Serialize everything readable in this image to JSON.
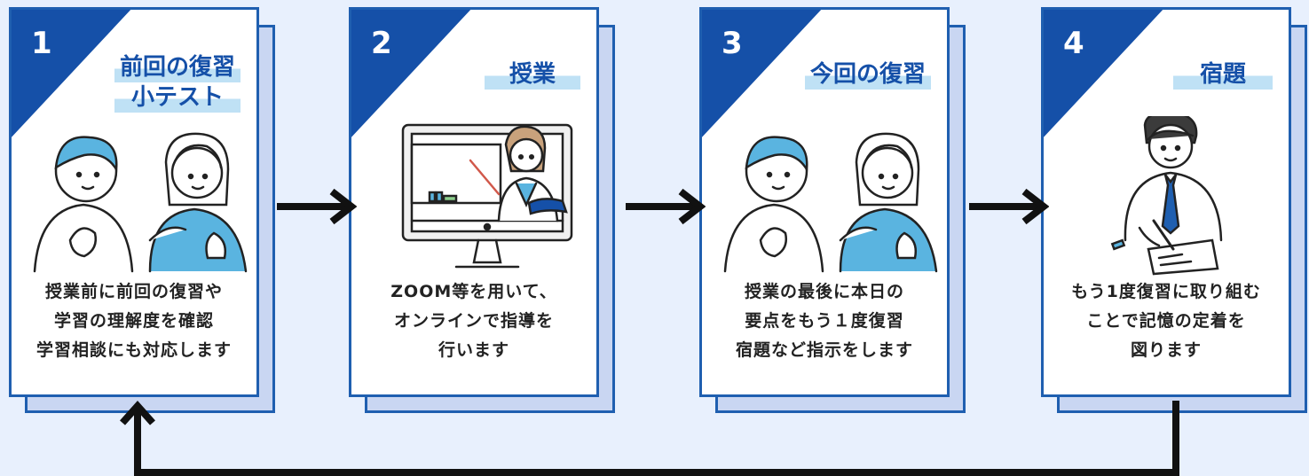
{
  "steps": [
    {
      "number": "1",
      "title_lines": [
        "前回の復習",
        "小テスト"
      ],
      "desc_lines": [
        "授業前に前回の復習や",
        "学習の理解度を確認",
        "学習相談にも対応します"
      ]
    },
    {
      "number": "2",
      "title_lines": [
        "授業"
      ],
      "desc_lines": [
        "ZOOM等を用いて、",
        "オンラインで指導を",
        "行います"
      ]
    },
    {
      "number": "3",
      "title_lines": [
        "今回の復習"
      ],
      "desc_lines": [
        "授業の最後に本日の",
        "要点をもう１度復習",
        "宿題など指示をします"
      ]
    },
    {
      "number": "4",
      "title_lines": [
        "宿題"
      ],
      "desc_lines": [
        "もう1度復習に取り組む",
        "ことで記憶の定着を",
        "図ります"
      ]
    }
  ],
  "colors": {
    "background": "#e8f0fd",
    "accent": "#1550a8",
    "title_marker": "#bfe1f5",
    "shirt": "#5ab4e0"
  }
}
